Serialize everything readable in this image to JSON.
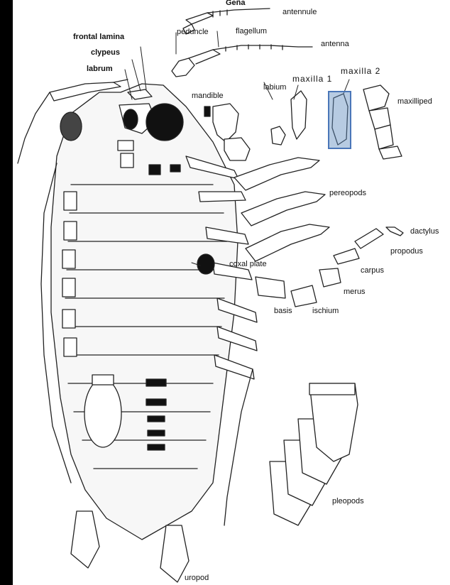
{
  "top_cut_text": "Geña",
  "labels": {
    "antennule": "antennule",
    "flagellum": "flagellum",
    "peduncle": "peduncle",
    "antenna": "antenna",
    "frontal_lamina": "frontal lamina",
    "clypeus": "clypeus",
    "labrum": "labrum",
    "mandible": "mandible",
    "labium": "labium",
    "maxilla1": "maxilla 1",
    "maxilla2": "maxilla 2",
    "maxilliped": "maxilliped",
    "pereopods": "pereopods",
    "dactylus": "dactylus",
    "propodus": "propodus",
    "carpus": "carpus",
    "coxal_plate": "coxal plate",
    "merus": "merus",
    "basis": "basis",
    "ischium": "ischium",
    "pleopods": "pleopods",
    "uropod": "uropod"
  },
  "colors": {
    "highlight": "#4a76b8",
    "ink": "#111111",
    "side_bar": "#000000"
  }
}
